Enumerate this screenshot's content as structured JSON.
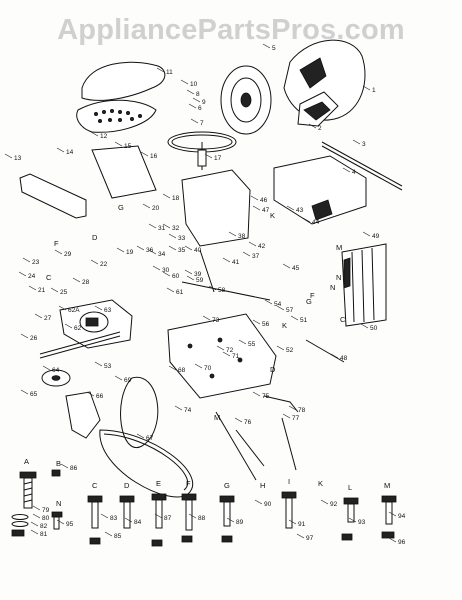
{
  "watermark": "AppliancePartsPros.com",
  "callouts": [
    "1",
    "2",
    "3",
    "4",
    "5",
    "6",
    "7",
    "8",
    "9",
    "10",
    "11",
    "12",
    "13",
    "14",
    "15",
    "16",
    "17",
    "18",
    "19",
    "20",
    "21",
    "22",
    "23",
    "24",
    "25",
    "26",
    "27",
    "28",
    "29",
    "30",
    "31",
    "32",
    "33",
    "34",
    "35",
    "36",
    "37",
    "38",
    "39",
    "40",
    "41",
    "42",
    "43",
    "44",
    "45",
    "46",
    "47",
    "48",
    "49",
    "50",
    "51",
    "52",
    "53",
    "54",
    "55",
    "56",
    "57",
    "58",
    "59",
    "60",
    "61",
    "62",
    "62A",
    "63",
    "64",
    "65",
    "66",
    "67",
    "68",
    "69",
    "70",
    "71",
    "72",
    "73",
    "74",
    "75",
    "76",
    "77",
    "78",
    "79",
    "80",
    "81",
    "82",
    "83",
    "84",
    "85",
    "86",
    "87",
    "88",
    "89",
    "90",
    "91",
    "92",
    "93",
    "94",
    "95",
    "96",
    "97"
  ],
  "hardware_letters": [
    "A",
    "B",
    "C",
    "D",
    "E",
    "F",
    "G",
    "H",
    "I",
    "K",
    "L",
    "M",
    "N"
  ],
  "side_letters": [
    "C",
    "D",
    "F",
    "G",
    "K",
    "M",
    "N"
  ]
}
